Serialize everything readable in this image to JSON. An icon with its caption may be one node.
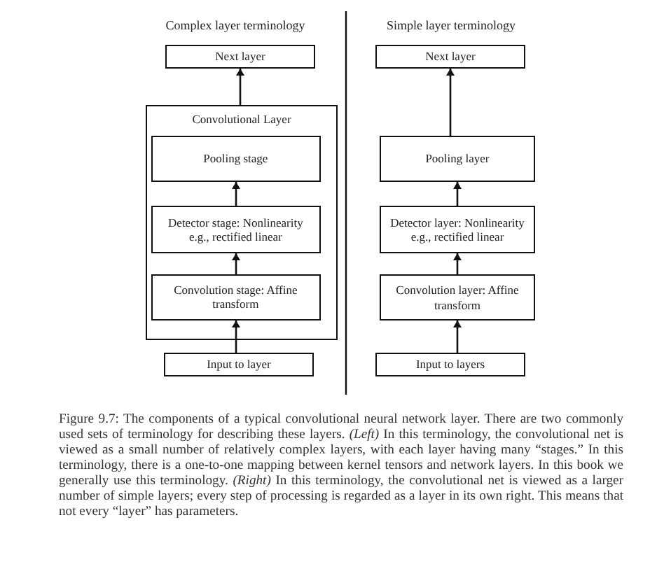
{
  "diagram": {
    "caption": "Figure 9.7: The components of a typical convolutional neural network layer. There are two commonly used sets of terminology for describing these layers. *(Left)* In this terminology, the convolutional net is viewed as a small number of relatively complex layers, with each layer having many “stages.” In this terminology, there is a one-to-one mapping between kernel tensors and network layers. In this book we generally use this terminology. *(Right)* In this terminology, the convolutional net is viewed as a larger number of simple layers; every step of processing is regarded as a layer in its own right. This means that not every “layer” has parameters.",
    "nodes": [
      {
        "text": [
          "Next layer"
        ]
      },
      {
        "text": [
          "Convolutional Layer"
        ]
      },
      {
        "text": [
          "Pooling stage"
        ],
        "in": 1
      },
      {
        "text": [
          "Detector stage: Nonlinearity e.g., rectified linear"
        ],
        "in": 1
      },
      {
        "text": [
          "Convolution stage: Affine transform"
        ],
        "in": 1
      },
      {
        "text": [
          "Input to layer"
        ]
      },
      {
        "text": [
          "Next layer"
        ]
      },
      {
        "text": [
          "Pooling layer"
        ]
      },
      {
        "text": [
          "Detector layer: Nonlinearity e.g., rectified linear"
        ]
      },
      {
        "text": [
          "Convolution layer: Affine transform"
        ]
      },
      {
        "text": [
          "Input to layers"
        ]
      }
    ],
    "edges": [
      {
        "from": 5,
        "to": 4,
        "arrow": "to"
      },
      {
        "from": 4,
        "to": 3,
        "arrow": "to"
      },
      {
        "from": 3,
        "to": 2,
        "arrow": "to"
      },
      {
        "from": 1,
        "to": 0,
        "arrow": "to"
      },
      {
        "from": 10,
        "to": 9,
        "arrow": "to"
      },
      {
        "from": 9,
        "to": 8,
        "arrow": "to"
      },
      {
        "from": 8,
        "to": 7,
        "arrow": "to"
      },
      {
        "from": 7,
        "to": 6,
        "arrow": "to"
      }
    ],
    "labels": [
      "Complex layer terminology",
      "Simple layer terminology"
    ]
  }
}
